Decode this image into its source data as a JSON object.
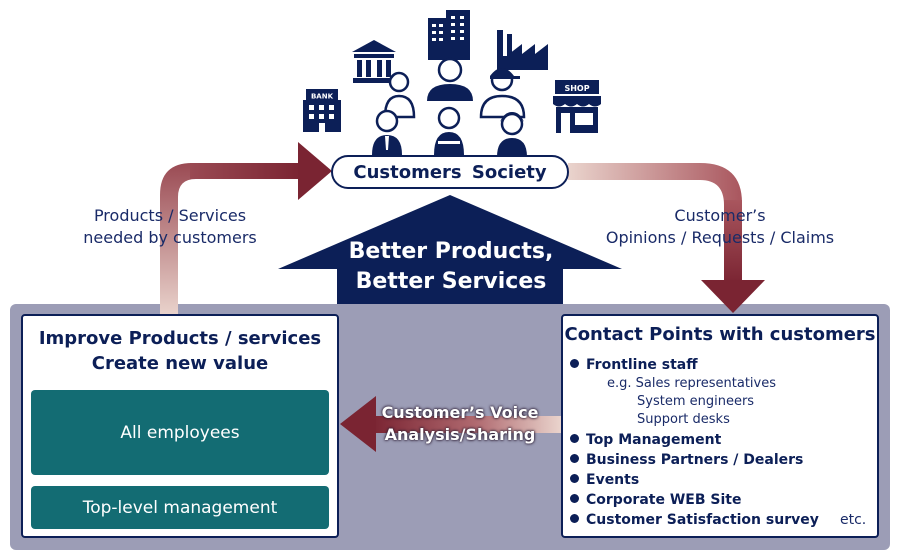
{
  "top": {
    "pill_label": "Customers Society",
    "icon_labels": {
      "bank": "BANK",
      "shop": "SHOP"
    }
  },
  "flows": {
    "left_label_line1": "Products / Services",
    "left_label_line2": "needed by customers",
    "right_label_line1": "Customer’s",
    "right_label_line2": "Opinions / Requests / Claims",
    "center_arrow_line1": "Better Products,",
    "center_arrow_line2": "Better Services",
    "middle_label_line1": "Customer’s Voice",
    "middle_label_line2": "Analysis/Sharing"
  },
  "left_box": {
    "title_line1": "Improve Products / services",
    "title_line2": "Create new value",
    "group1": "All employees",
    "group2": "Top-level management"
  },
  "right_box": {
    "title": "Contact Points with customers",
    "frontline": "Frontline staff",
    "eg1": "e.g. Sales representatives",
    "eg2": "System engineers",
    "eg3": "Support desks",
    "items": [
      "Top Management",
      "Business Partners / Dealers",
      "Events",
      "Corporate WEB Site",
      "Customer Satisfaction survey"
    ],
    "etc": "etc."
  },
  "colors": {
    "navy": "#0c1f57",
    "teal": "#136c73",
    "panel": "#9c9db6",
    "arrow_dark": "#7a2432",
    "arrow_light": "#e7cfc8"
  }
}
